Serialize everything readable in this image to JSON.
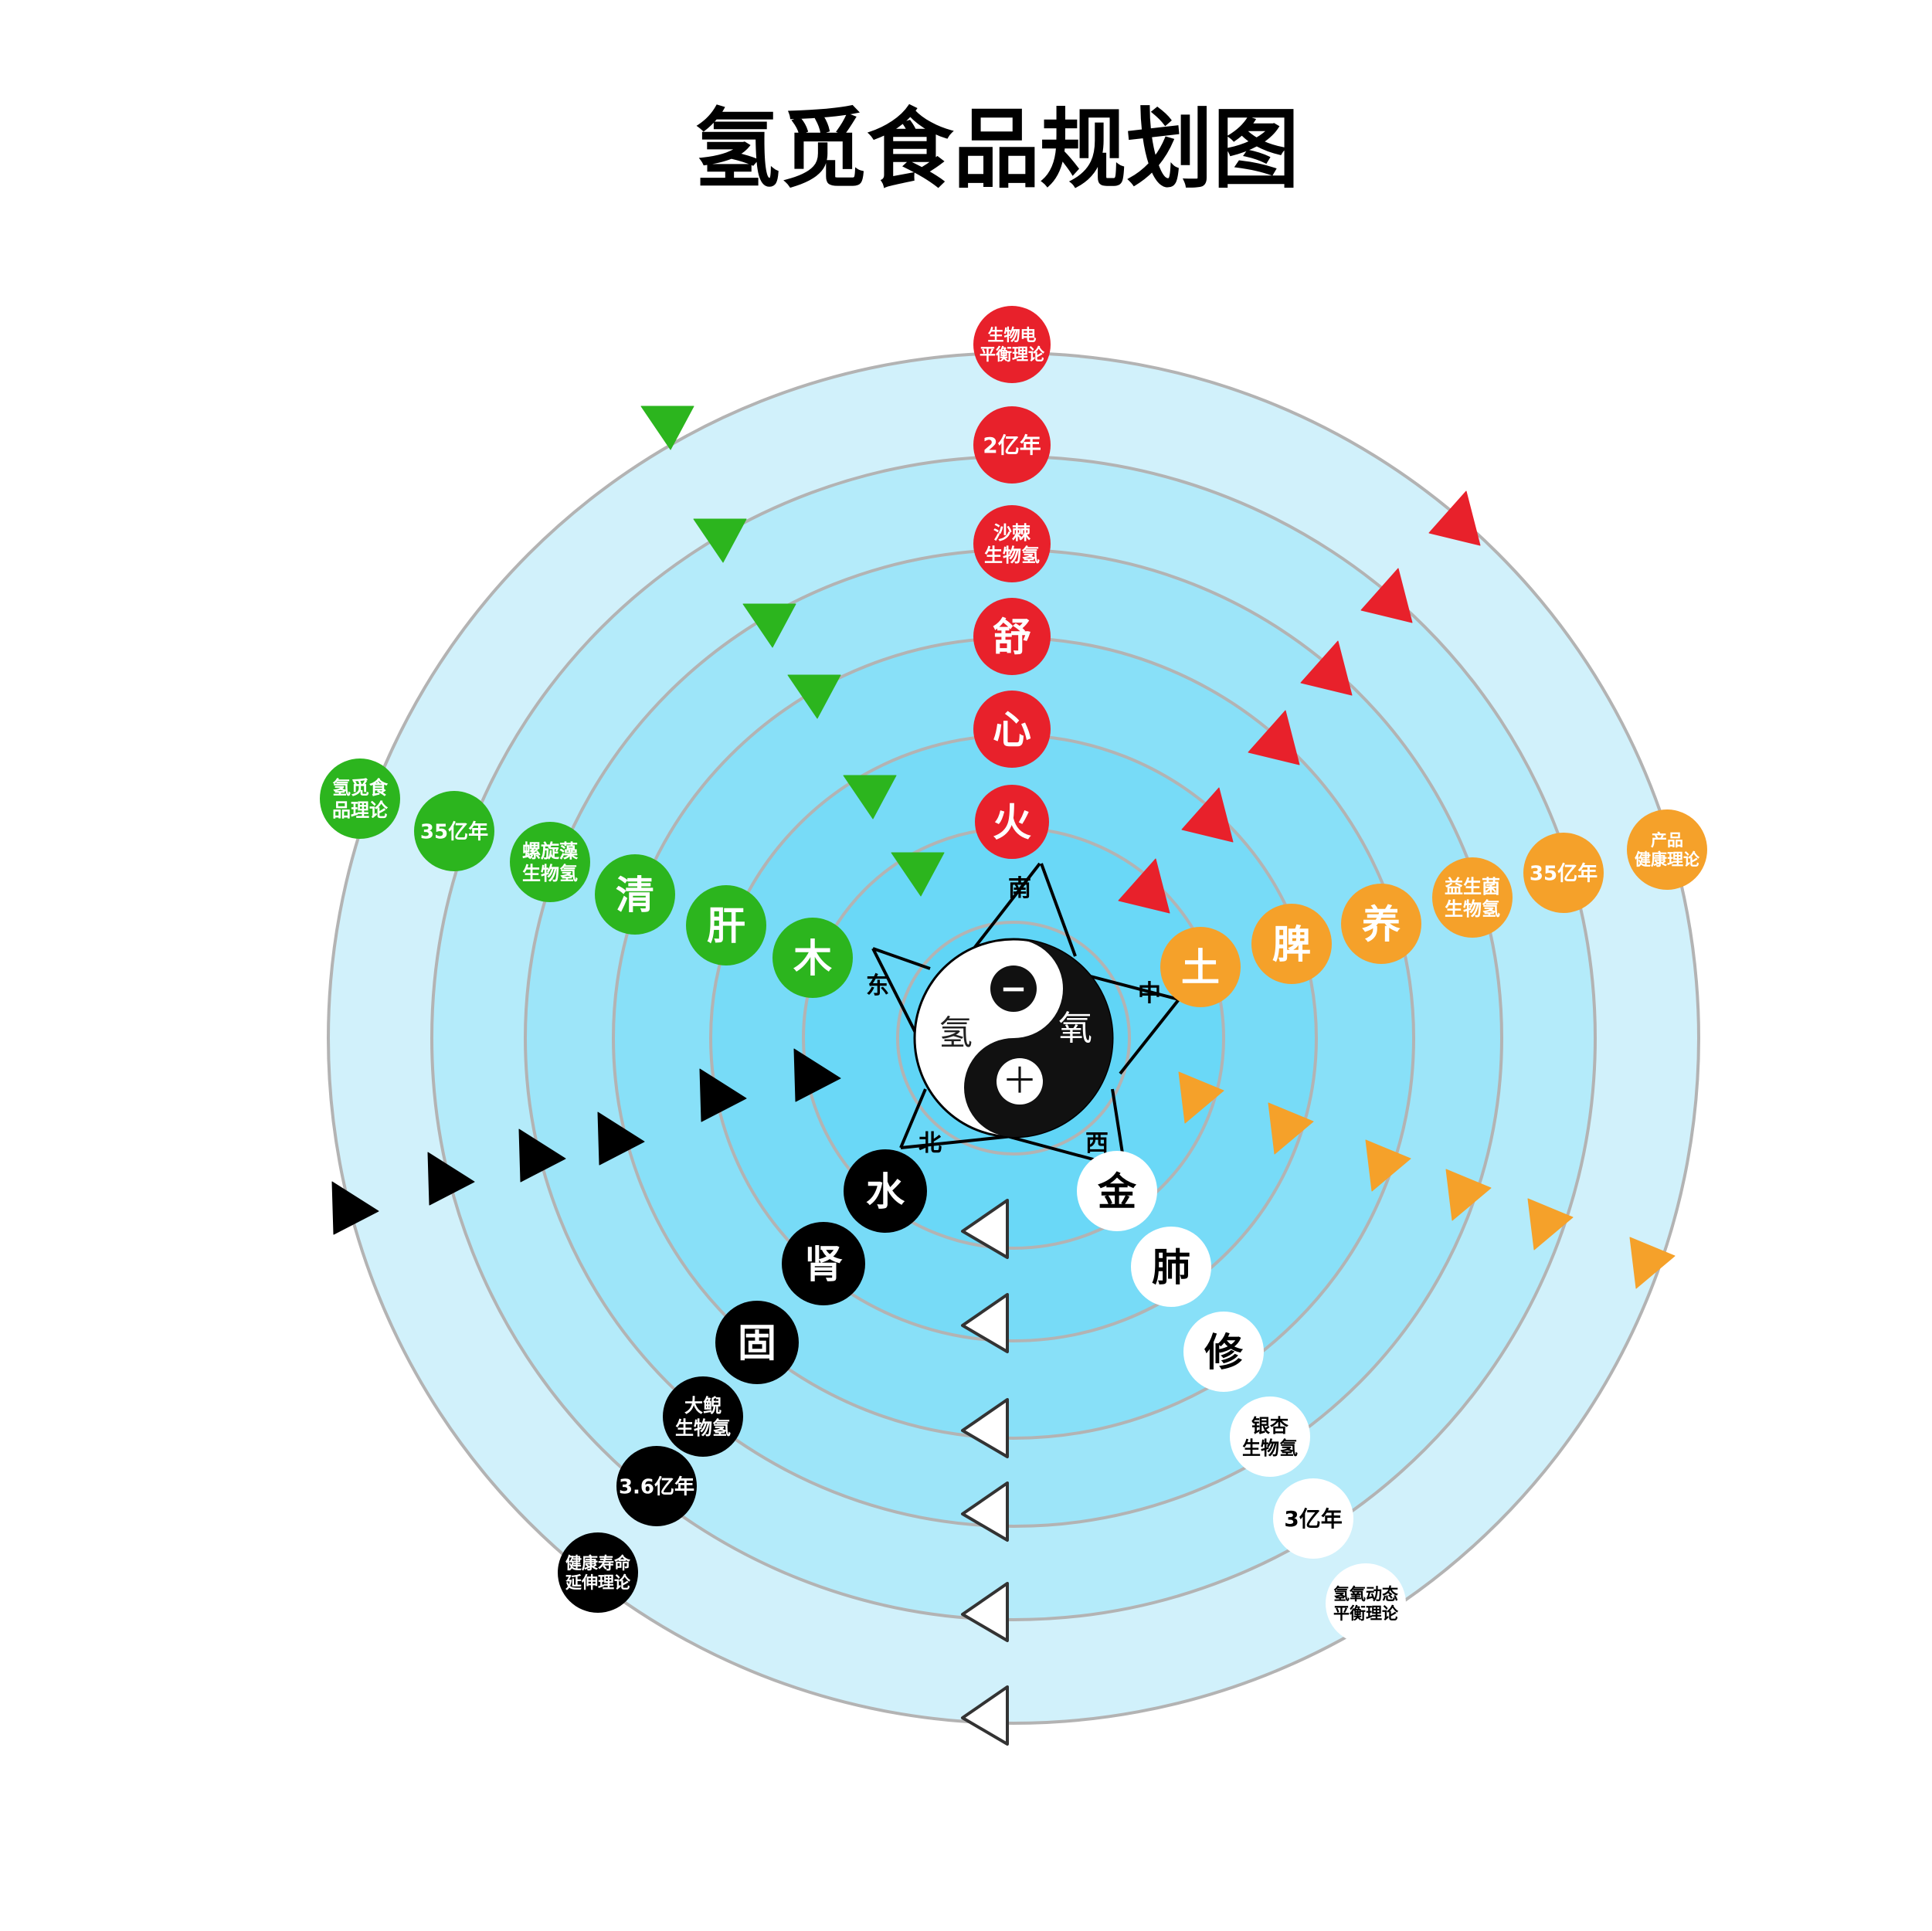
{
  "title": "氢觅食品规划图",
  "center": {
    "left_label": "氢",
    "right_label": "氧",
    "minus_symbol": "−",
    "plus_symbol": "＋"
  },
  "directions": {
    "south": "南",
    "east": "东",
    "middle": "中",
    "north": "北",
    "west": "西"
  },
  "colors": {
    "fire": "#e8212b",
    "wood": "#2cb51e",
    "earth": "#f5a12a",
    "water": "#000000",
    "metal": "#ffffff",
    "ring_outer": "#d2f2fb",
    "ring_inner": "#62d6f6",
    "ring_stroke": "#b3b3b3",
    "line": "#000000"
  },
  "branches": [
    {
      "key": "fire",
      "color": "fire",
      "text_color": "#ffffff",
      "items": [
        "火",
        "心",
        "舒",
        "沙棘\n生物氢",
        "2亿年",
        "生物电\n平衡理论"
      ]
    },
    {
      "key": "wood",
      "color": "wood",
      "text_color": "#ffffff",
      "items": [
        "木",
        "肝",
        "清",
        "螺旋藻\n生物氢",
        "35亿年",
        "氢觅食\n品理论"
      ]
    },
    {
      "key": "earth",
      "color": "earth",
      "text_color": "#ffffff",
      "items": [
        "土",
        "脾",
        "养",
        "益生菌\n生物氢",
        "35亿年",
        "产品\n健康理论"
      ]
    },
    {
      "key": "water",
      "color": "water",
      "text_color": "#ffffff",
      "items": [
        "水",
        "肾",
        "固",
        "大鲵\n生物氢",
        "3.6亿年",
        "健康寿命\n延伸理论"
      ]
    },
    {
      "key": "metal",
      "color": "metal",
      "text_color": "#000000",
      "items": [
        "金",
        "肺",
        "修",
        "银杏\n生物氢",
        "3亿年",
        "氢氧动态\n平衡理论"
      ]
    }
  ],
  "arrows": {
    "green": {
      "color": "wood",
      "direction": "down"
    },
    "red": {
      "color": "fire",
      "direction": "up-left"
    },
    "orange": {
      "color": "earth",
      "direction": "right"
    },
    "black": {
      "color": "water",
      "direction": "right"
    },
    "white": {
      "color": "metal",
      "direction": "left"
    }
  }
}
